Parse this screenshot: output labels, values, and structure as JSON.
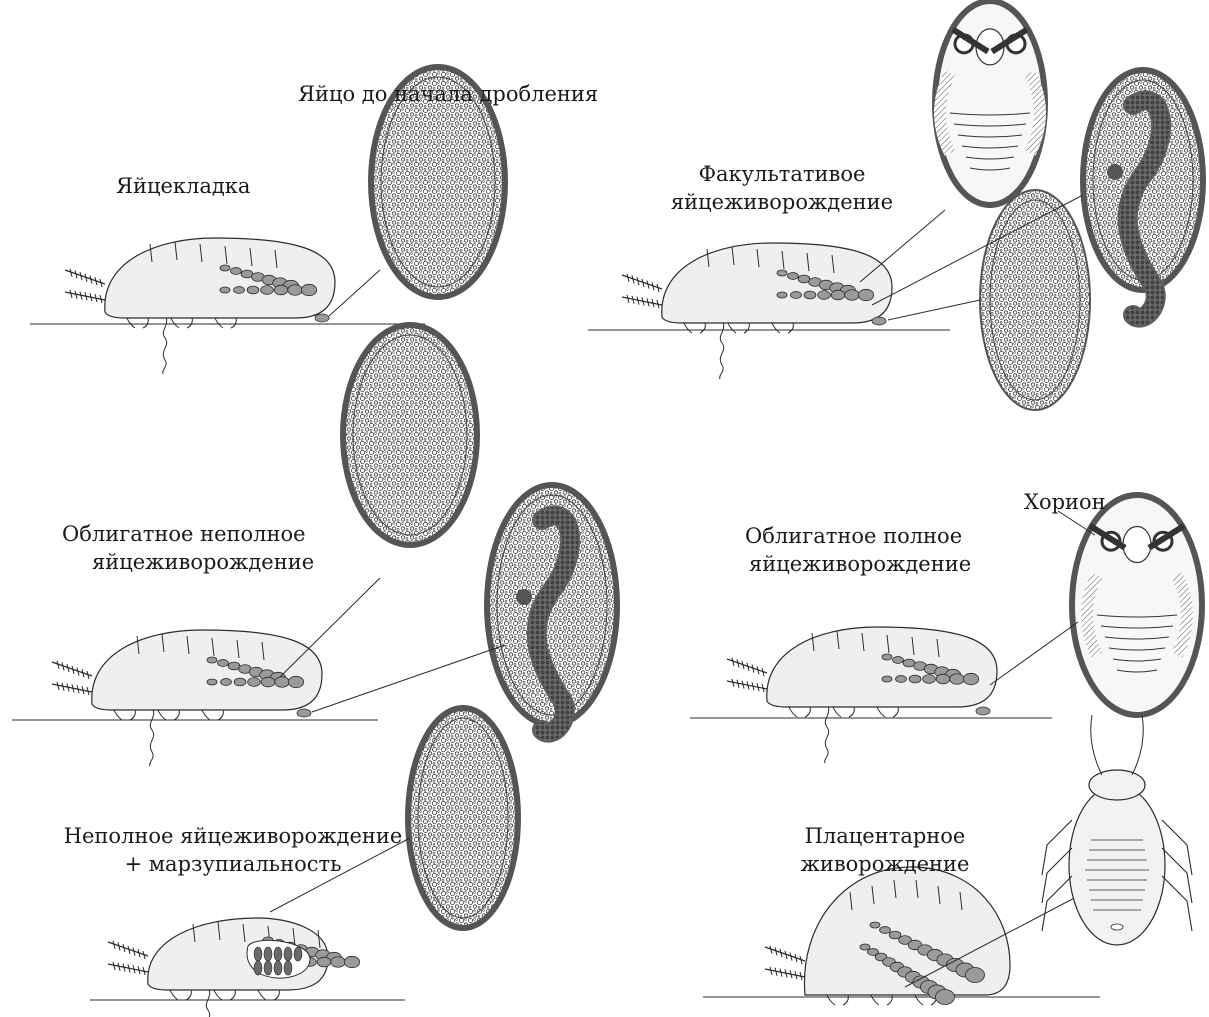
{
  "panels": {
    "oviparity": {
      "title": "Яйцекладка",
      "egg_caption": "Яйцо до начала дробления"
    },
    "facultative": {
      "title_line1": "Факультативое",
      "title_line2": "яйцеживорождение"
    },
    "obligate_incomplete": {
      "title_line1": "Облигатное неполное",
      "title_line2": "яйцеживорождение"
    },
    "obligate_complete": {
      "title_line1": "Облигатное полное",
      "title_line2": "яйцеживорождение",
      "chorion_label": "Хорион"
    },
    "marsupial": {
      "title_line1": "Неполное яйцеживорождение",
      "title_line2": "+ марзупиальность"
    },
    "placental": {
      "title_line1": "Плацентарное",
      "title_line2": "живорождение"
    }
  },
  "colors": {
    "stroke": "#2b2b2b",
    "body_fill": "#efefef",
    "shell_dark": "#555555",
    "ovary_fill": "#9a9a9a",
    "embryo_fill": "#5e5e5e"
  }
}
